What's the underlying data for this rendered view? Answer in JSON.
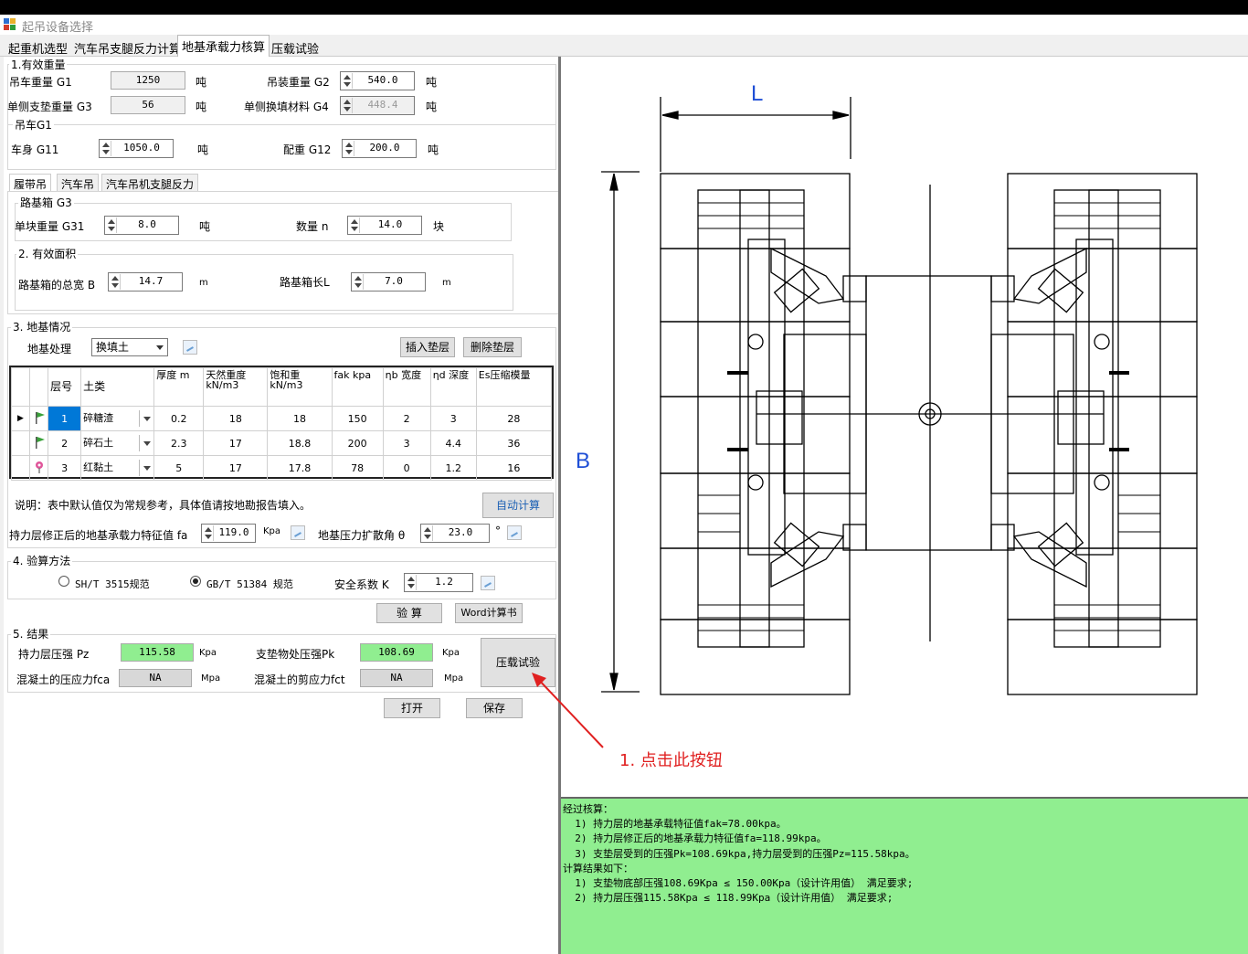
{
  "window": {
    "title": "起吊设备选择"
  },
  "main_tabs": [
    {
      "label": "起重机选型"
    },
    {
      "label": "汽车吊支腿反力计算"
    },
    {
      "label": "地基承载力核算"
    },
    {
      "label": "压载试验"
    }
  ],
  "section1": {
    "title": "1.有效重量",
    "g1_label": "吊车重量 G1",
    "g1_value": "1250",
    "g1_unit": "吨",
    "g2_label": "吊装重量 G2",
    "g2_value": "540.0",
    "g2_unit": "吨",
    "g3_label": "单侧支垫重量 G3",
    "g3_value": "56",
    "g3_unit": "吨",
    "g4_label": "单侧换填材料 G4",
    "g4_value": "448.4",
    "g4_unit": "吨",
    "crane_group": "吊车G1",
    "g11_label": "车身 G11",
    "g11_value": "1050.0",
    "g11_unit": "吨",
    "g12_label": "配重 G12",
    "g12_value": "200.0",
    "g12_unit": "吨"
  },
  "sub_tabs": [
    {
      "label": "履带吊"
    },
    {
      "label": "汽车吊"
    },
    {
      "label": "汽车吊机支腿反力"
    }
  ],
  "crawler": {
    "mat_group": "路基箱 G3",
    "g31_label": "单块重量 G31",
    "g31_value": "8.0",
    "g31_unit": "吨",
    "n_label": "数量 n",
    "n_value": "14.0",
    "n_unit": "块",
    "area_group": "2. 有效面积",
    "b_label": "路基箱的总宽 B",
    "b_value": "14.7",
    "b_unit": "m",
    "l_label": "路基箱长L",
    "l_value": "7.0",
    "l_unit": "m"
  },
  "section3": {
    "title": "3. 地基情况",
    "treat_label": "地基处理",
    "treat_value": "换填土",
    "insert_btn": "插入垫层",
    "delete_btn": "删除垫层",
    "columns": [
      "层号",
      "土类",
      "厚度 m",
      "天然重度 kN/m3",
      "饱和重 kN/m3",
      "fak kpa",
      "ηb 宽度",
      "ηd 深度",
      "Es压缩模量"
    ],
    "rows": [
      {
        "no": "1",
        "soil": "碎糖渣",
        "thick": "0.2",
        "nat": "18",
        "sat": "18",
        "fak": "150",
        "eb": "2",
        "ed": "3",
        "es": "28"
      },
      {
        "no": "2",
        "soil": "碎石土",
        "thick": "2.3",
        "nat": "17",
        "sat": "18.8",
        "fak": "200",
        "eb": "3",
        "ed": "4.4",
        "es": "36"
      },
      {
        "no": "3",
        "soil": "红黏土",
        "thick": "5",
        "nat": "17",
        "sat": "17.8",
        "fak": "78",
        "eb": "0",
        "ed": "1.2",
        "es": "16"
      }
    ],
    "note": "说明：表中默认值仅为常规参考，具体值请按地勘报告填入。",
    "auto_btn": "自动计算",
    "fa_label": "持力层修正后的地基承载力特征值 fa",
    "fa_value": "119.0",
    "fa_unit": "Kpa",
    "theta_label": "地基压力扩散角 θ",
    "theta_value": "23.0",
    "theta_unit": "°"
  },
  "section4": {
    "title": "4. 验算方法",
    "opt1": "SH/T 3515规范",
    "opt2": "GB/T 51384 规范",
    "k_label": "安全系数 K",
    "k_value": "1.2",
    "calc_btn": "验 算",
    "word_btn": "Word计算书"
  },
  "section5": {
    "title": "5. 结果",
    "pz_label": "持力层压强 Pz",
    "pz_value": "115.58",
    "pz_unit": "Kpa",
    "pk_label": "支垫物处压强Pk",
    "pk_value": "108.69",
    "pk_unit": "Kpa",
    "fca_label": "混凝土的压应力fca",
    "fca_value": "NA",
    "fca_unit": "Mpa",
    "fct_label": "混凝土的剪应力fct",
    "fct_value": "NA",
    "fct_unit": "Mpa",
    "load_btn": "压载试验"
  },
  "footer": {
    "open_btn": "打开",
    "save_btn": "保存"
  },
  "annotation": "1. 点击此按钮",
  "diagram": {
    "label_l": "L",
    "label_b": "B"
  },
  "result_lines": [
    "经过核算：",
    "  1) 持力层的地基承载特征值fak=78.00kpa。",
    "  2) 持力层修正后的地基承载力特征值fa=118.99kpa。",
    "  3) 支垫层受到的压强Pk=108.69kpa,持力层受到的压强Pz=115.58kpa。",
    "计算结果如下：",
    "  1) 支垫物底部压强108.69Kpa ≤ 150.00Kpa（设计许用值） 满足要求;",
    "  2) 持力层压强115.58Kpa ≤ 118.99Kpa（设计许用值） 满足要求;"
  ]
}
